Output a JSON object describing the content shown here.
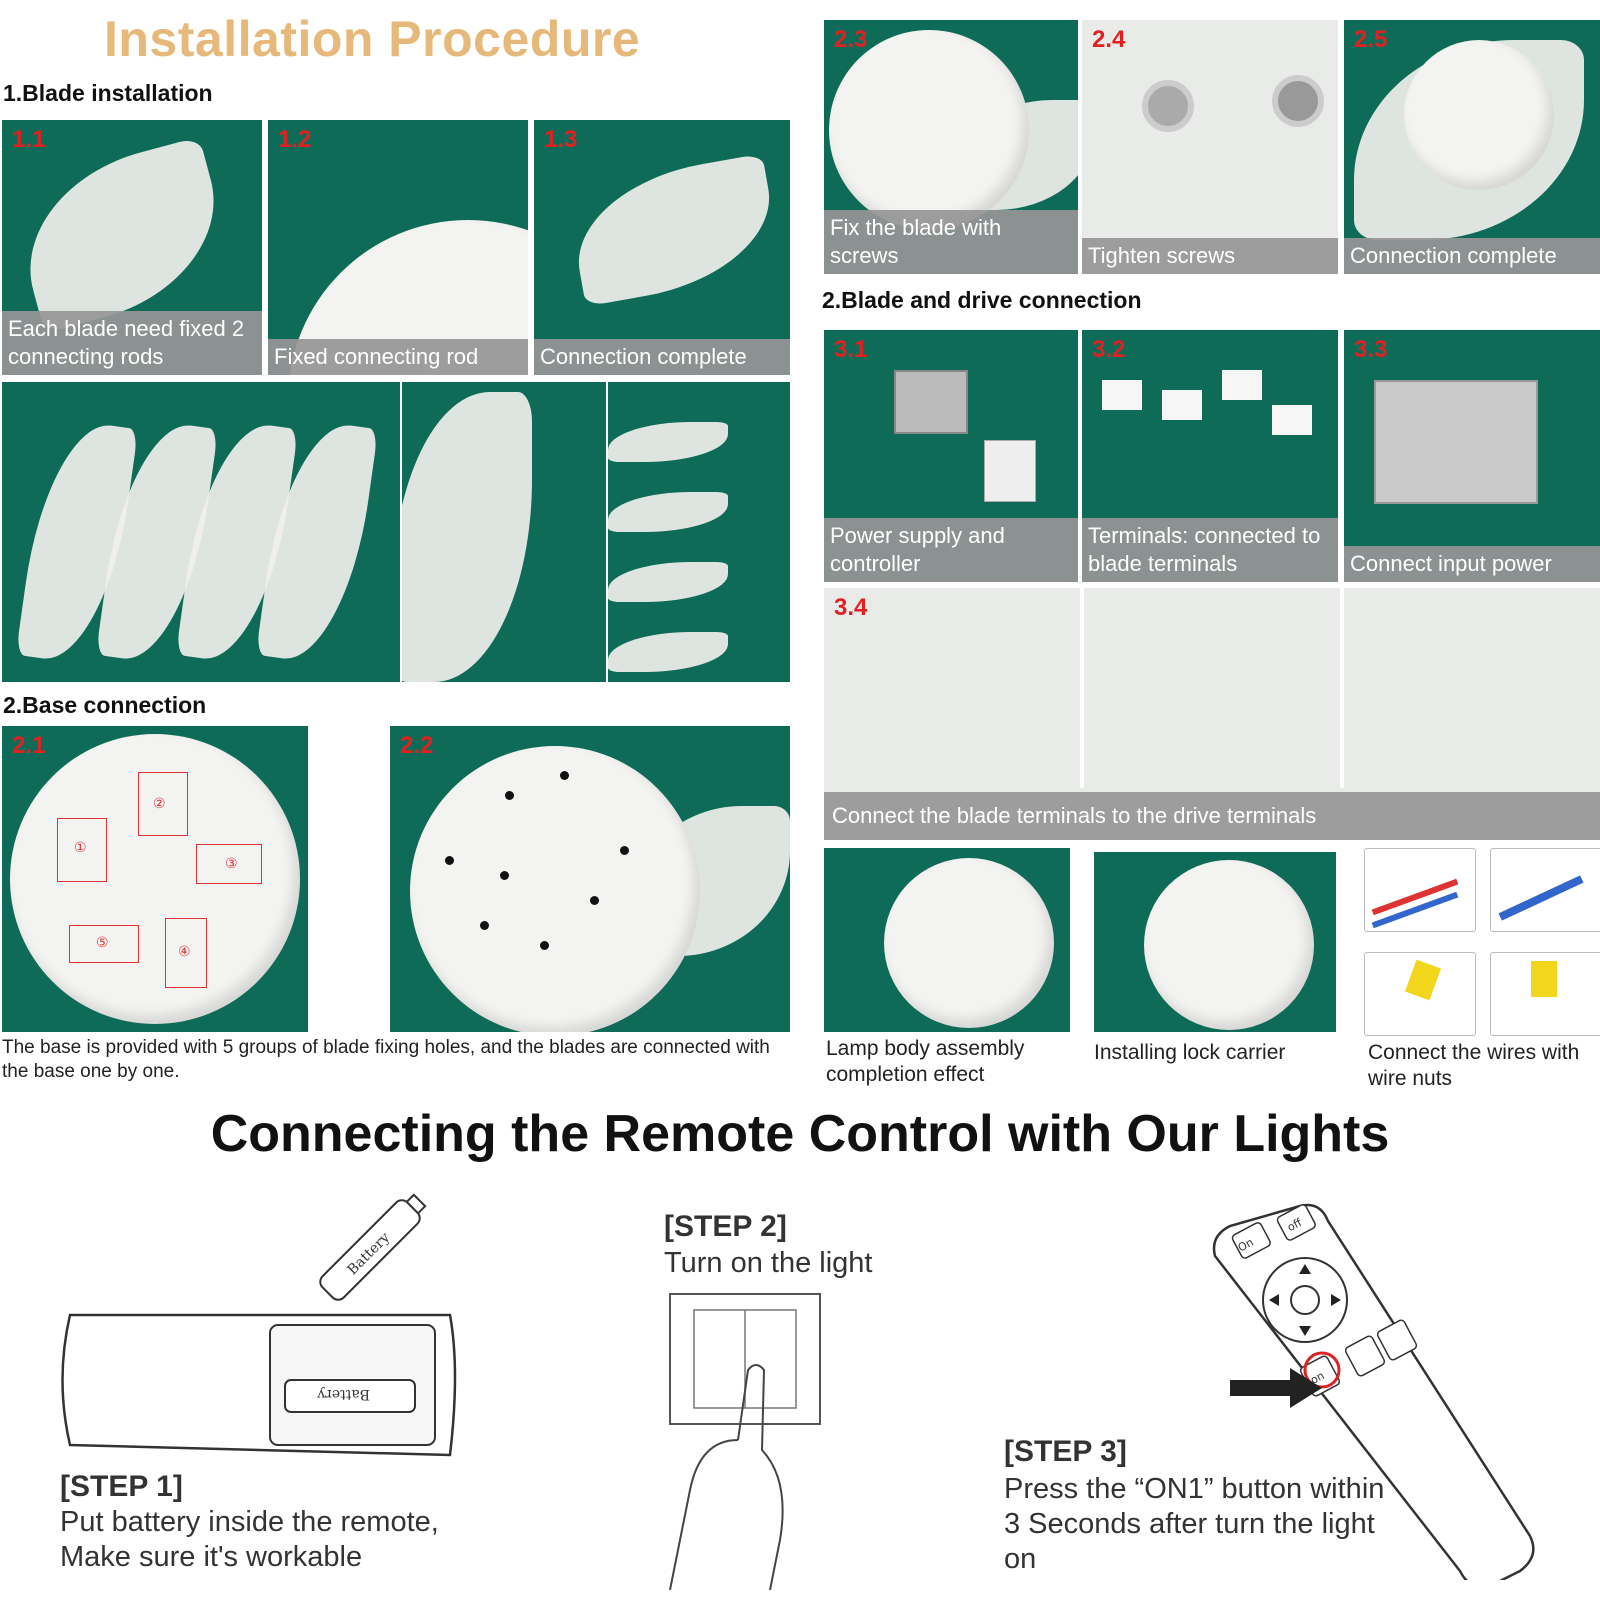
{
  "title": "Installation Procedure",
  "sections": {
    "blade_installation": "1.Blade installation",
    "base_connection": "2.Base connection",
    "blade_drive": "2.Blade and drive connection"
  },
  "steps": {
    "s1_1": {
      "num": "1.1",
      "caption": "Each blade need fixed 2 connecting rods"
    },
    "s1_2": {
      "num": "1.2",
      "caption": "Fixed connecting rod"
    },
    "s1_3": {
      "num": "1.3",
      "caption": "Connection complete"
    },
    "s2_1": {
      "num": "2.1"
    },
    "s2_2": {
      "num": "2.2"
    },
    "s2_3": {
      "num": "2.3",
      "caption": "Fix the blade with screws"
    },
    "s2_4": {
      "num": "2.4",
      "caption": "Tighten screws"
    },
    "s2_5": {
      "num": "2.5",
      "caption": "Connection complete"
    },
    "s3_1": {
      "num": "3.1",
      "caption": "Power supply and controller"
    },
    "s3_2": {
      "num": "3.2",
      "caption": "Terminals: connected to blade terminals"
    },
    "s3_3": {
      "num": "3.3",
      "caption": "Connect input power"
    },
    "s3_4": {
      "num": "3.4",
      "caption": "Connect the blade terminals to the drive terminals"
    }
  },
  "base_marks": [
    "①",
    "②",
    "③",
    "④",
    "⑤"
  ],
  "base_note": "The base is provided with 5 groups of blade fixing holes, and the blades are connected with the base one by one.",
  "bottom_captions": {
    "lamp_body": "Lamp body assembly completion effect",
    "lock_carrier": "Installing lock carrier",
    "wire_nuts": "Connect the wires  with wire nuts"
  },
  "remote": {
    "title": "Connecting the Remote Control with Our Lights",
    "battery_label": "Battery",
    "step1_label": "[STEP 1]",
    "step1_text": "Put battery inside the remote, Make sure it's workable",
    "step2_label": "[STEP 2]",
    "step2_text": "Turn on the light",
    "step3_label": "[STEP 3]",
    "step3_text": "Press the “ON1” button within 3 Seconds after turn the light on",
    "remote_buttons": {
      "on": "On",
      "off": "off",
      "on1": "on"
    }
  },
  "colors": {
    "title": "#e6b97a",
    "step_number": "#e32020",
    "photo_bg": "#0d6b57",
    "caption_bg": "#969696"
  }
}
